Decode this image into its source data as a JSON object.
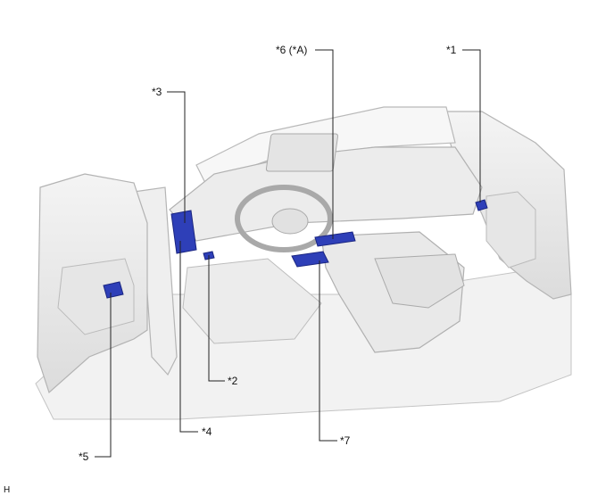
{
  "callouts": [
    {
      "id": "c1",
      "label": "*1"
    },
    {
      "id": "c2",
      "label": "*2"
    },
    {
      "id": "c3",
      "label": "*3"
    },
    {
      "id": "c4",
      "label": "*4"
    },
    {
      "id": "c5",
      "label": "*5"
    },
    {
      "id": "c6",
      "label": "*6 (*A)"
    },
    {
      "id": "c7",
      "label": "*7"
    }
  ],
  "figure_code": "H",
  "colors": {
    "component": "#2e3fb8",
    "component_dark": "#1a2580",
    "body_line": "#b9b9b9",
    "body_fill": "#ececec",
    "leader": "#222222"
  }
}
